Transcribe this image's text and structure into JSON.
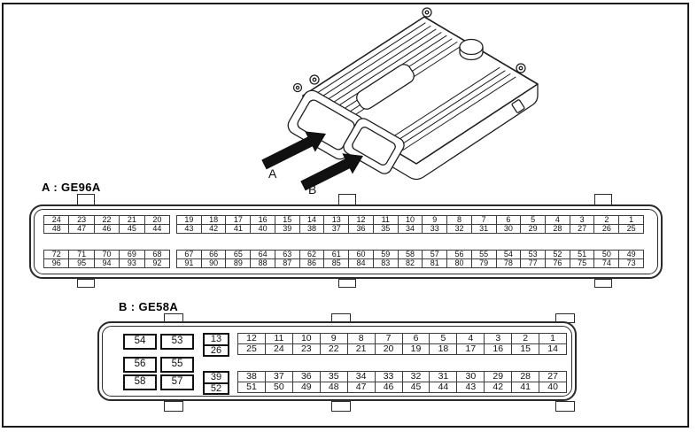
{
  "ecu_view": {
    "arrow_a_label": "A",
    "arrow_b_label": "B"
  },
  "connector_a": {
    "title": "A : GE96A",
    "row1_left": {
      "top": [
        "24",
        "23",
        "22",
        "21",
        "20"
      ],
      "bottom": [
        "48",
        "47",
        "46",
        "45",
        "44"
      ]
    },
    "row1_right": {
      "top": [
        "19",
        "18",
        "17",
        "16",
        "15",
        "14",
        "13",
        "12",
        "11",
        "10",
        "9",
        "8",
        "7",
        "6",
        "5",
        "4",
        "3",
        "2",
        "1"
      ],
      "bottom": [
        "43",
        "42",
        "41",
        "40",
        "39",
        "38",
        "37",
        "36",
        "35",
        "34",
        "33",
        "32",
        "31",
        "30",
        "29",
        "28",
        "27",
        "26",
        "25"
      ]
    },
    "row2_left": {
      "top": [
        "72",
        "71",
        "70",
        "69",
        "68"
      ],
      "bottom": [
        "96",
        "95",
        "94",
        "93",
        "92"
      ]
    },
    "row2_right": {
      "top": [
        "67",
        "66",
        "65",
        "64",
        "63",
        "62",
        "61",
        "60",
        "59",
        "58",
        "57",
        "56",
        "55",
        "54",
        "53",
        "52",
        "51",
        "50",
        "49"
      ],
      "bottom": [
        "91",
        "90",
        "89",
        "88",
        "87",
        "86",
        "85",
        "84",
        "83",
        "82",
        "81",
        "80",
        "79",
        "78",
        "77",
        "76",
        "75",
        "74",
        "73"
      ]
    }
  },
  "connector_b": {
    "title": "B : GE58A",
    "large_pins": [
      "54",
      "53",
      "56",
      "55",
      "58",
      "57"
    ],
    "mini_top": {
      "top": [
        "13"
      ],
      "bottom": [
        "26"
      ]
    },
    "mini_bottom": {
      "top": [
        "39"
      ],
      "bottom": [
        "52"
      ]
    },
    "grid_top": {
      "top": [
        "12",
        "11",
        "10",
        "9",
        "8",
        "7",
        "6",
        "5",
        "4",
        "3",
        "2",
        "1"
      ],
      "bottom": [
        "25",
        "24",
        "23",
        "22",
        "21",
        "20",
        "19",
        "18",
        "17",
        "16",
        "15",
        "14"
      ]
    },
    "grid_bottom": {
      "top": [
        "38",
        "37",
        "36",
        "35",
        "34",
        "33",
        "32",
        "31",
        "30",
        "29",
        "28",
        "27"
      ],
      "bottom": [
        "51",
        "50",
        "49",
        "48",
        "47",
        "46",
        "45",
        "44",
        "43",
        "42",
        "41",
        "40"
      ]
    }
  }
}
